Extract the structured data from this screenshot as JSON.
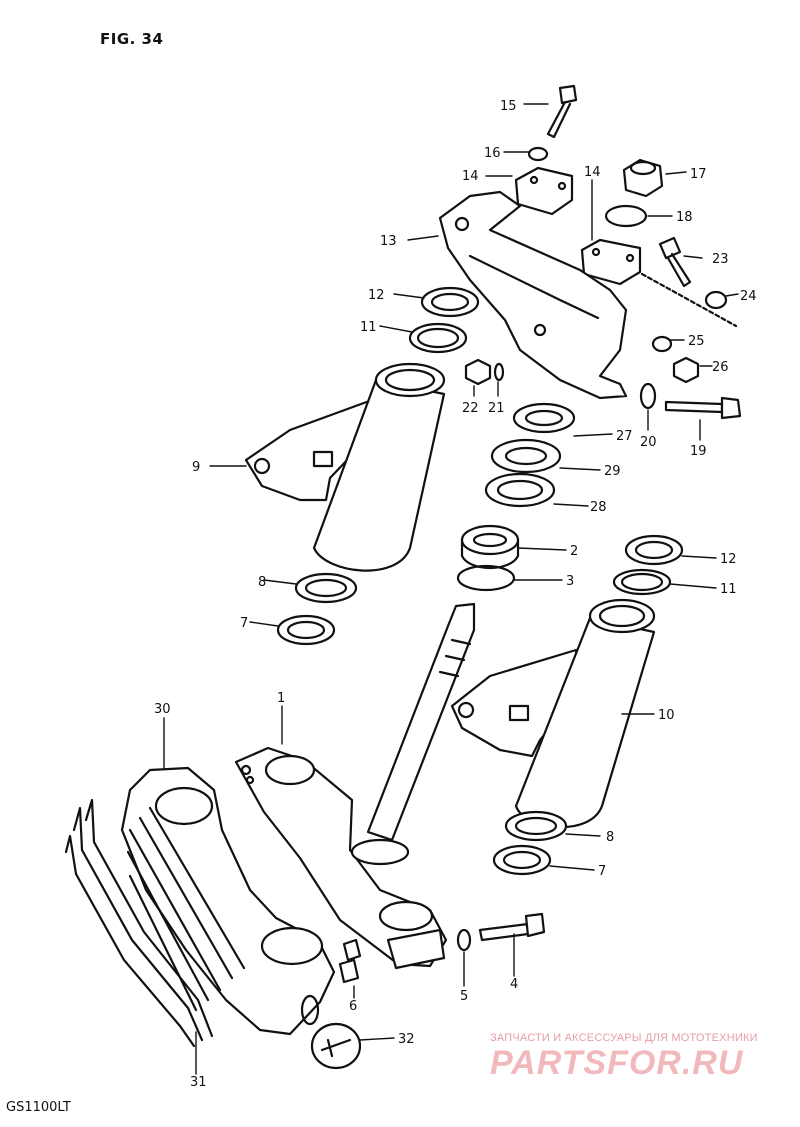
{
  "figure": {
    "title": "FIG. 34",
    "model": "GS1100LT"
  },
  "watermark": {
    "top_line": "ЗАПЧАСТИ И АКСЕССУАРЫ ДЛЯ МОТОТЕХНИКИ",
    "brand": "PARTSFOR.RU",
    "color": "#f2b9bd"
  },
  "callouts": {
    "c1": "1",
    "c2": "2",
    "c3": "3",
    "c4": "4",
    "c5": "5",
    "c6": "6",
    "c7a": "7",
    "c7b": "7",
    "c8a": "8",
    "c8b": "8",
    "c9": "9",
    "c10": "10",
    "c11a": "11",
    "c11b": "11",
    "c12a": "12",
    "c12b": "12",
    "c13": "13",
    "c14a": "14",
    "c14b": "14",
    "c15": "15",
    "c16": "16",
    "c17": "17",
    "c18": "18",
    "c19": "19",
    "c20": "20",
    "c21": "21",
    "c22": "22",
    "c23": "23",
    "c24": "24",
    "c25": "25",
    "c26": "26",
    "c27": "27",
    "c28": "28",
    "c29": "29",
    "c30": "30",
    "c31": "31",
    "c32": "32"
  }
}
